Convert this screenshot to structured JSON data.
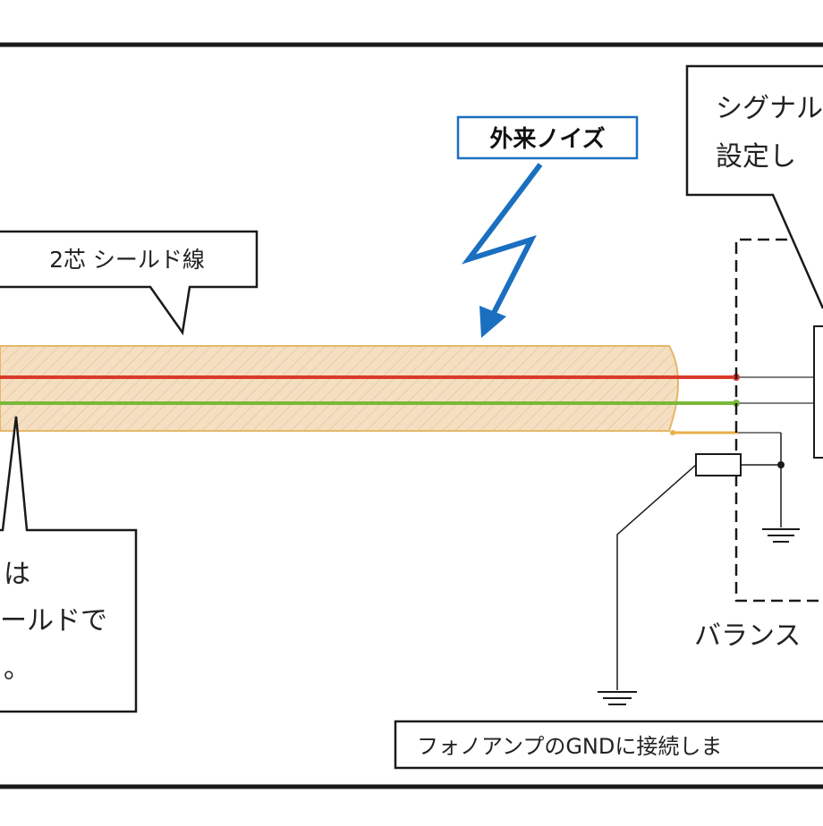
{
  "labels": {
    "noise": "外来ノイズ",
    "cable": "2芯 シールド線",
    "signal_line1": "シグナル",
    "signal_line2": "設定し",
    "left_line1": "は",
    "left_line2": "ールドで",
    "left_line3": "。",
    "balance": "バランス",
    "gnd": "フォノアンプのGNDに接続しま"
  },
  "colors": {
    "frame": "#1a1a1a",
    "cable_fill": "#f5dfc2",
    "cable_edge": "#e3b86a",
    "hot_wire": "#d93a2b",
    "cold_wire": "#7ab83a",
    "shield_wire": "#e8b04a",
    "noise": "#1a6fc0",
    "noise_box": "#1a6fc0"
  }
}
